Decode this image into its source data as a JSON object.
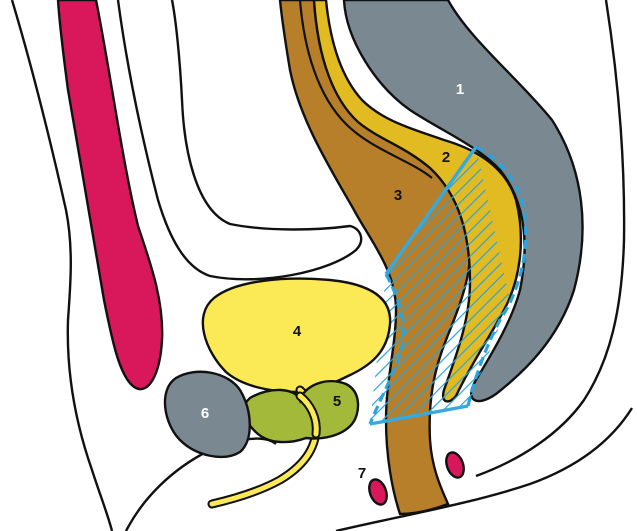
{
  "labels": {
    "l1": "1",
    "l2": "2",
    "l3": "3",
    "l4": "4",
    "l5": "5",
    "l6": "6",
    "l7": "7"
  },
  "colors": {
    "outline": "#111111",
    "grey": "#7a8891",
    "gold": "#e2bb22",
    "brown": "#b77f2a",
    "yellow": "#fbea56",
    "green": "#a2b93a",
    "crimson": "#d8185a",
    "cyan": "#36a9de",
    "hatch": "#2aa4db",
    "white_text": "#ffffff",
    "dark_text": "#111111"
  }
}
